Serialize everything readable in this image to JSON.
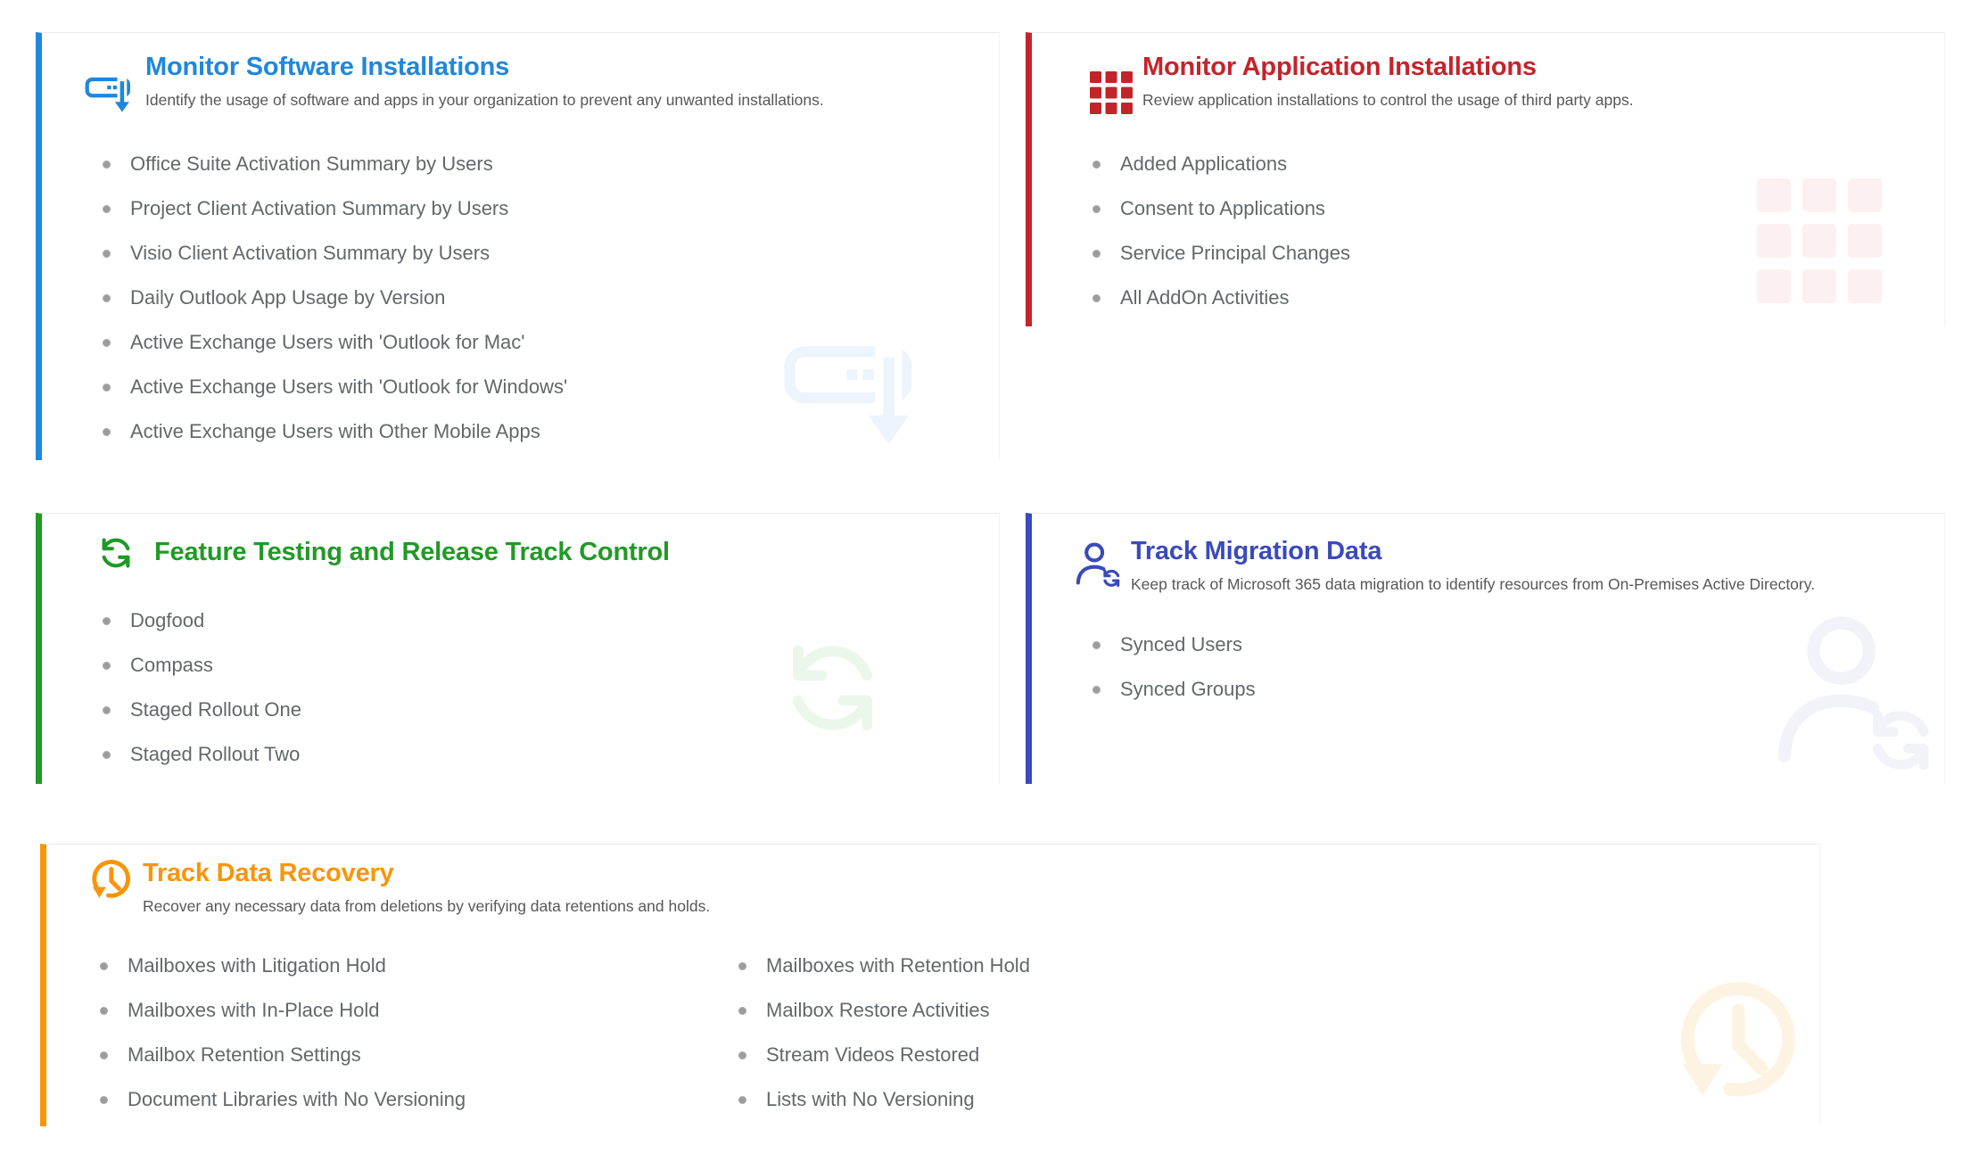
{
  "page": {
    "background": "#ffffff"
  },
  "cards": [
    {
      "id": "monitor-software-installations",
      "title": "Monitor Software Installations",
      "subtitle": "Identify the usage of software and apps in your organization to prevent any unwanted installations.",
      "accent_color": "#1f87dd",
      "watermark_color": "#eef4fc",
      "icon": "software-install-icon",
      "items": [
        "Office Suite Activation Summary by Users",
        "Project Client Activation Summary by Users",
        "Visio Client Activation Summary by Users",
        "Daily Outlook App Usage by Version",
        "Active Exchange Users with 'Outlook for Mac'",
        "Active Exchange Users with 'Outlook for Windows'",
        "Active Exchange Users with Other Mobile Apps"
      ]
    },
    {
      "id": "monitor-application-installations",
      "title": "Monitor Application Installations",
      "subtitle": "Review application installations to control the usage of third party apps.",
      "accent_color": "#c5232b",
      "watermark_color": "#fdf0f0",
      "icon": "app-grid-icon",
      "items": [
        "Added Applications",
        "Consent to Applications",
        "Service Principal Changes",
        "All AddOn Activities"
      ]
    },
    {
      "id": "feature-testing-and-release-track-control",
      "title": "Feature Testing and Release Track Control",
      "accent_color": "#1f9a26",
      "watermark_color": "#ecf7ec",
      "icon": "sync-icon",
      "items": [
        "Dogfood",
        "Compass",
        "Staged Rollout One",
        "Staged Rollout Two"
      ]
    },
    {
      "id": "track-migration-data",
      "title": "Track Migration Data",
      "subtitle": "Keep track of Microsoft 365 data migration to identify resources from On-Premises Active Directory.",
      "accent_color": "#3a4abc",
      "watermark_color": "#f1f3f8",
      "icon": "user-sync-icon",
      "items": [
        "Synced Users",
        "Synced Groups"
      ]
    },
    {
      "id": "track-data-recovery",
      "title": "Track Data Recovery",
      "subtitle": "Recover any necessary data from deletions by verifying data retentions and holds.",
      "accent_color": "#f8950a",
      "watermark_color": "#fdf3e2",
      "icon": "history-icon",
      "items_left": [
        "Mailboxes with Litigation Hold",
        "Mailboxes with In-Place Hold",
        "Mailbox Retention Settings",
        "Document Libraries with No Versioning"
      ],
      "items_right": [
        "Mailboxes with Retention Hold",
        "Mailbox Restore Activities",
        "Stream Videos Restored",
        "Lists with No Versioning"
      ]
    }
  ]
}
